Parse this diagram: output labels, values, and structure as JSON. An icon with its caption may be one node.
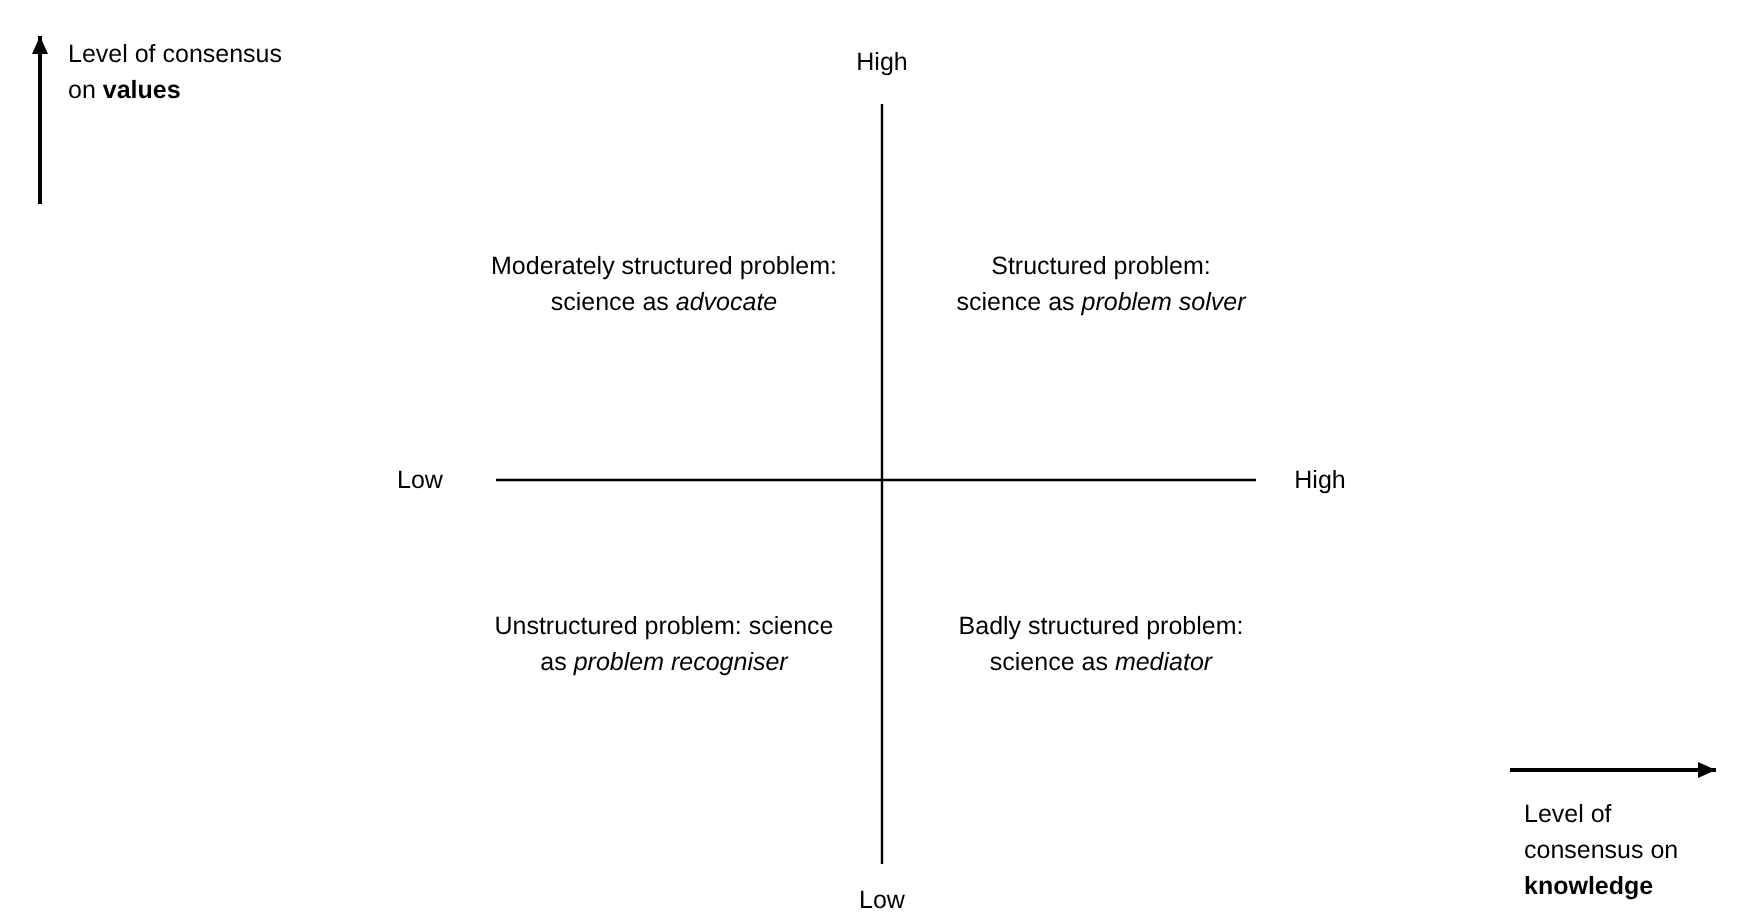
{
  "diagram": {
    "labels": [
      "Level of consensus on **values**",
      "High",
      "Moderately structured problem: science as *advocate*",
      "Structured problem: science as *problem solver*",
      "Low",
      "High",
      "Unstructured problem: science as *problem recogniser*",
      "Badly structured problem: science as *mediator*",
      "Level of consensus on **knowledge**",
      "Low"
    ]
  }
}
